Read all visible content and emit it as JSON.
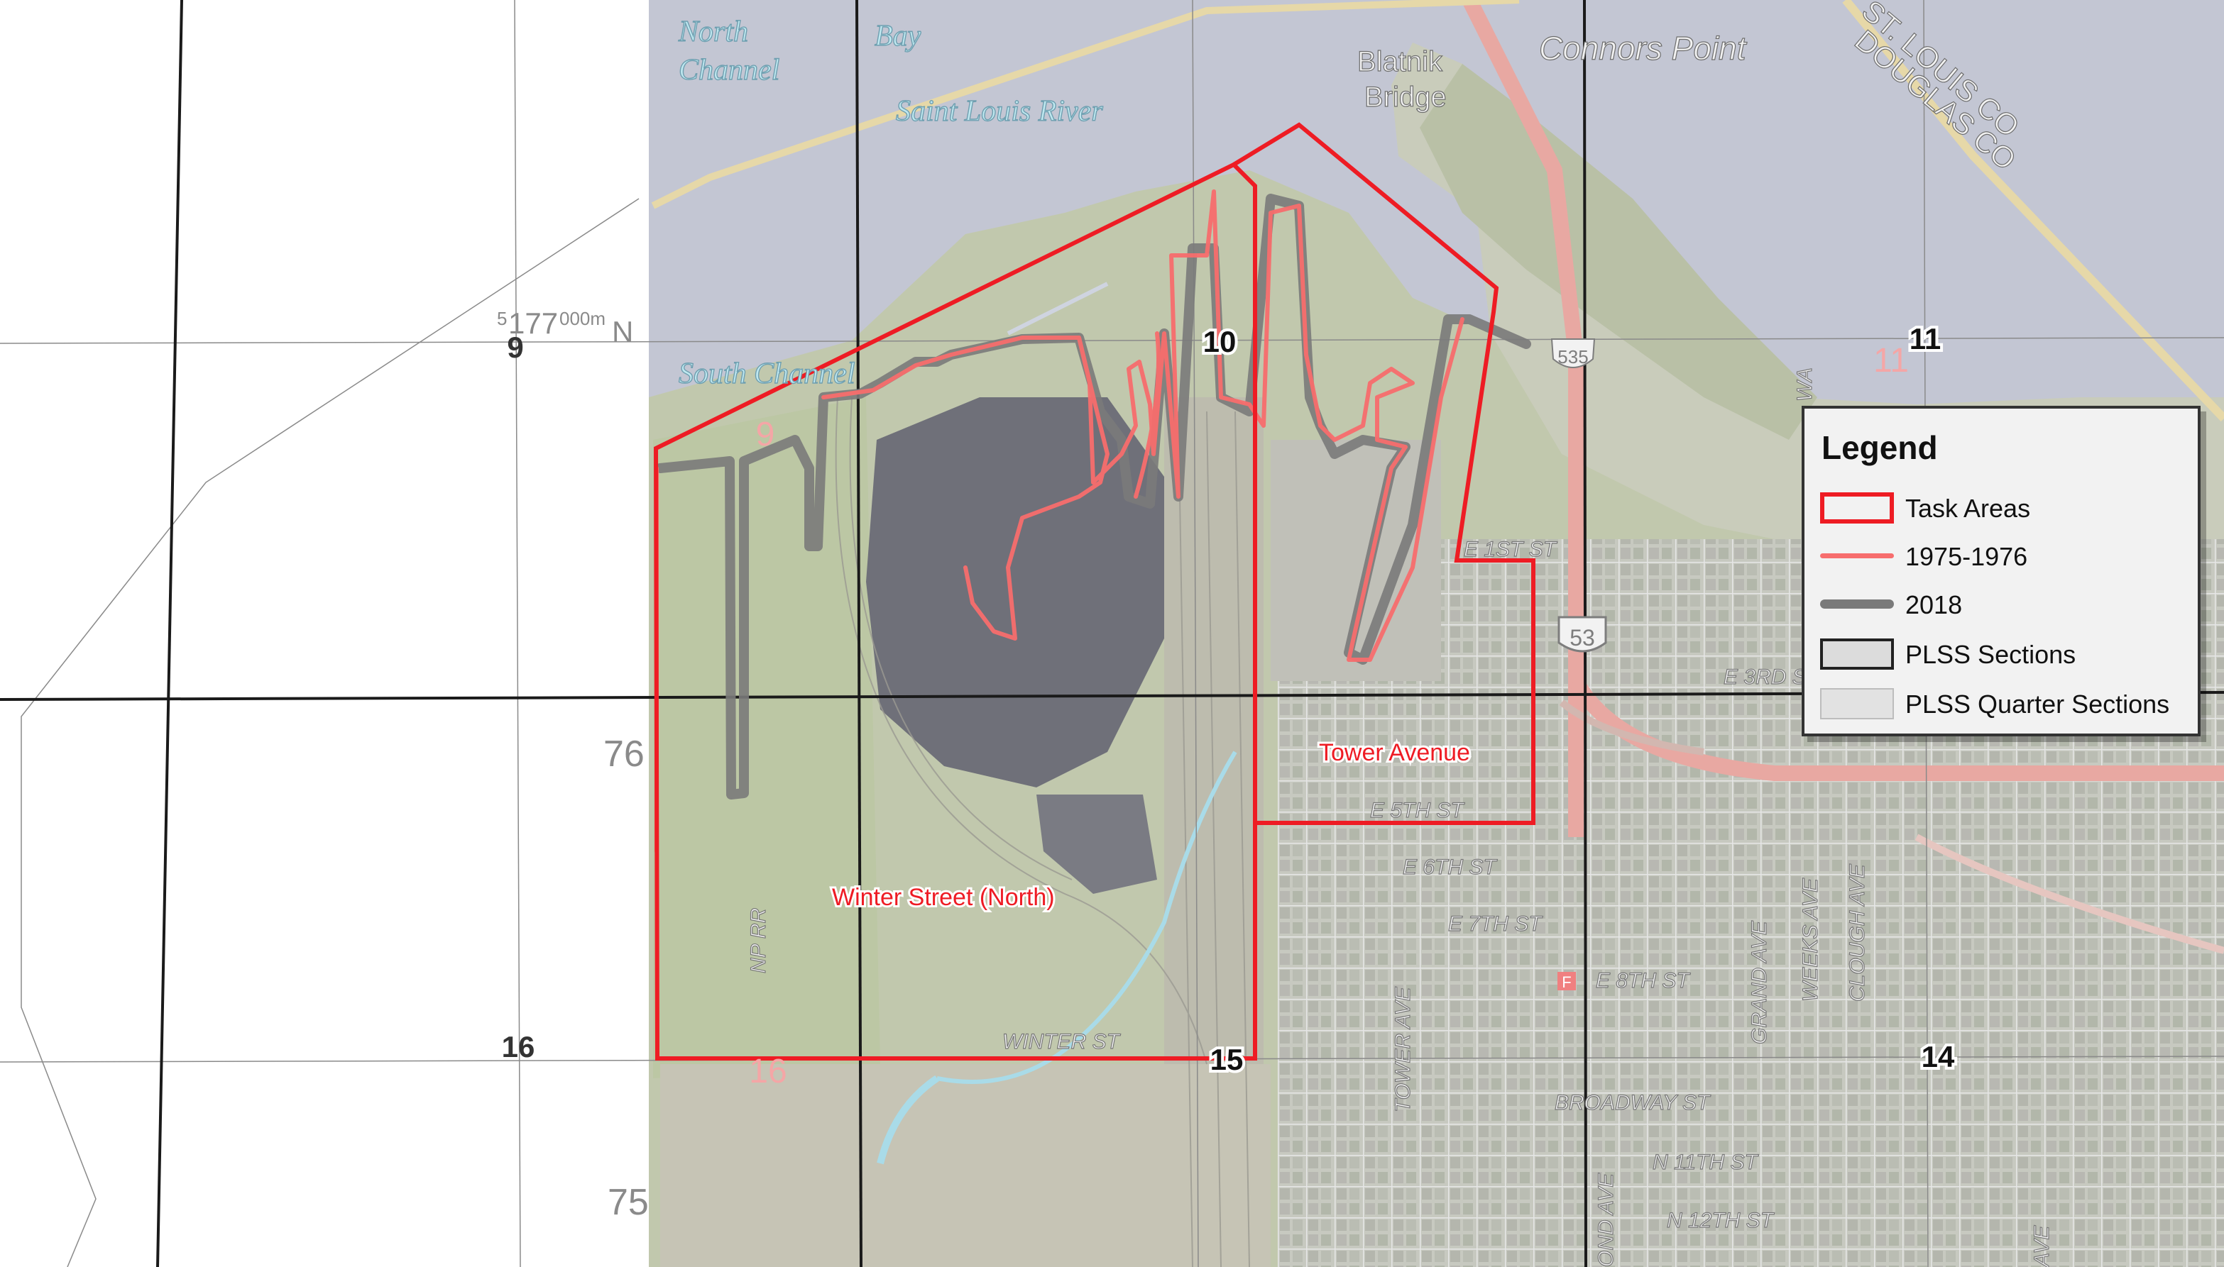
{
  "map": {
    "water_labels": {
      "north_channel_1": "North",
      "north_channel_2": "Channel",
      "bay": "Bay",
      "saint_louis_river": "Saint Louis River",
      "south_channel": "South Channel"
    },
    "place_labels": {
      "connors_point": "Connors Point",
      "blatnik_1": "Blatnik",
      "blatnik_2": "Bridge",
      "county_1": "ST. LOUIS CO",
      "county_2": "DOUGLAS CO"
    },
    "grid_label": {
      "prefix": "5",
      "main": "177",
      "suffix": "000m",
      "dir": "N"
    },
    "section_numbers": {
      "s9": "9",
      "s10": "10",
      "s11": "11",
      "s16": "16",
      "s15": "15",
      "s14": "14",
      "t76": "76",
      "t75": "75",
      "r11": "11",
      "r16": "16",
      "r9": "9"
    },
    "task_labels": {
      "winter_street": "Winter Street (North)",
      "tower_avenue": "Tower Avenue"
    },
    "streets": {
      "e1st": "E 1ST ST",
      "e3rd": "E 3RD S",
      "e5th": "E 5TH ST",
      "e6th": "E 6TH ST",
      "e7th": "E 7TH ST",
      "e8th": "E 8TH ST",
      "winter": "WINTER ST",
      "broadway": "BROADWAY ST",
      "n11th": "N 11TH ST",
      "n12th": "N 12TH ST",
      "tower_ave": "TOWER AVE",
      "grand_ave": "GRAND AVE",
      "weeks_ave": "WEEKS AVE",
      "clough_ave": "CLOUGH AVE",
      "ond_ave": "OND AVE",
      "np_rr": "NP RR",
      "ave_right": "AVE",
      "wa": "WA"
    },
    "shields": {
      "i535": "535",
      "us53": "53"
    },
    "colors": {
      "task_areas": "#ee1c24",
      "historic_1975": "#f76d6d",
      "shoreline_2018": "#7a7a7a",
      "water": "#c4c8d6",
      "land": "#c9cdb9"
    }
  },
  "legend": {
    "title": "Legend",
    "items": [
      {
        "label": "Task Areas",
        "symbol": "task-areas"
      },
      {
        "label": "1975-1976",
        "symbol": "line-1975"
      },
      {
        "label": "2018",
        "symbol": "line-2018"
      },
      {
        "label": "PLSS Sections",
        "symbol": "plss-sections"
      },
      {
        "label": "PLSS Quarter Sections",
        "symbol": "plss-quarter"
      }
    ]
  }
}
